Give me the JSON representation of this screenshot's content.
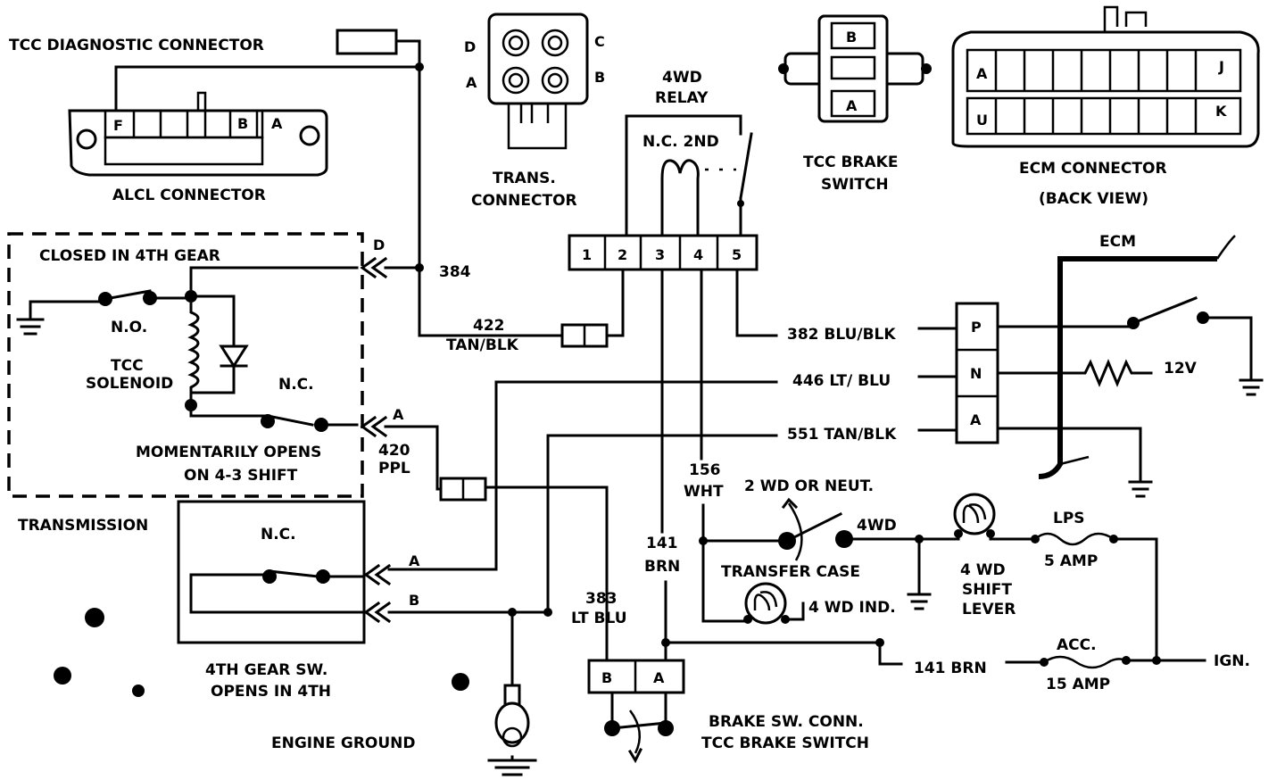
{
  "labels": {
    "tcc_diag": "TCC DIAGNOSTIC CONNECTOR",
    "alcl": "ALCL CONNECTOR",
    "alcl_f": "F",
    "alcl_b": "B",
    "alcl_a": "A",
    "trans_conn_1": "TRANS.",
    "trans_conn_2": "CONNECTOR",
    "trans_d": "D",
    "trans_c": "C",
    "trans_a": "A",
    "trans_b": "B",
    "relay_1": "4WD",
    "relay_2": "RELAY",
    "relay_nc": "N.C. 2ND",
    "relay_pin1": "1",
    "relay_pin2": "2",
    "relay_pin3": "3",
    "relay_pin4": "4",
    "relay_pin5": "5",
    "brake_sw_1": "TCC BRAKE",
    "brake_sw_2": "SWITCH",
    "brake_b": "B",
    "brake_a": "A",
    "ecm_conn_1": "ECM CONNECTOR",
    "ecm_conn_2": "(BACK VIEW)",
    "ecm_a": "A",
    "ecm_j": "J",
    "ecm_u": "U",
    "ecm_k": "K",
    "closed_4th": "CLOSED IN 4TH GEAR",
    "no": "N.O.",
    "tcc_solenoid_1": "TCC",
    "tcc_solenoid_2": "SOLENOID",
    "nc_upper": "N.C.",
    "momentary_1": "MOMENTARILY OPENS",
    "momentary_2": "ON 4-3 SHIFT",
    "transmission": "TRANSMISSION",
    "nc_lower": "N.C.",
    "gear_sw_1": "4TH GEAR SW.",
    "gear_sw_2": "OPENS IN 4TH",
    "engine_ground": "ENGINE GROUND",
    "pin_d": "D",
    "pin_a1": "A",
    "pin_a2": "A",
    "pin_b": "B",
    "w384": "384",
    "w422_1": "422",
    "w422_2": "TAN/BLK",
    "w420_1": "420",
    "w420_2": "PPL",
    "w382": "382 BLU/BLK",
    "w446": "446 LT/ BLU",
    "w551": "551 TAN/BLK",
    "w156_1": "156",
    "w156_2": "WHT",
    "w141_1": "141",
    "w141_2": "BRN",
    "w383_1": "383",
    "w383_2": "LT BLU",
    "w141_brn": "141 BRN",
    "ecm": "ECM",
    "ecm_p": "P",
    "ecm_n": "N",
    "ecm_a_pin": "A",
    "v12": "12V",
    "two_wd": "2 WD OR NEUT.",
    "four_wd": "4WD",
    "transfer_case": "TRANSFER CASE",
    "four_wd_ind": "4 WD IND.",
    "shift_lever_1": "4 WD",
    "shift_lever_2": "SHIFT",
    "shift_lever_3": "LEVER",
    "lps": "LPS",
    "amp5": "5 AMP",
    "acc": "ACC.",
    "amp15": "15 AMP",
    "ign": "IGN.",
    "bsc_b": "B",
    "bsc_a": "A",
    "brake_sw_conn_1": "BRAKE SW. CONN.",
    "brake_sw_conn_2": "TCC BRAKE SWITCH"
  }
}
